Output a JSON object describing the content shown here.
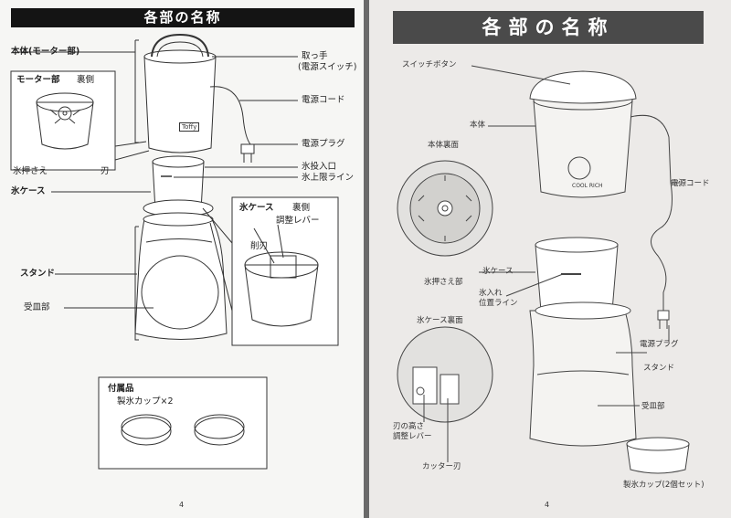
{
  "left": {
    "title": "各部の名称",
    "body_label": "本体(モーター部)",
    "motor_label": "モーター部",
    "motor_back": "裏側",
    "handle": "取っ手",
    "power_switch": "(電源スイッチ)",
    "cord": "電源コード",
    "plug": "電源プラグ",
    "ice_inlet": "氷投入口",
    "ice_limit": "氷上限ライン",
    "ice_presser": "氷押さえ",
    "blade": "刃",
    "ice_case": "氷ケース",
    "ice_case_back_title": "氷ケース",
    "ice_case_back_sub": "裏側",
    "lever": "調整レバー",
    "cutter": "削刃",
    "stand": "スタンド",
    "tray": "受皿部",
    "accessories": "付属品",
    "cups": "製氷カップ×2",
    "brand": "Toffy",
    "page_num": "4"
  },
  "right": {
    "title": "各部の名称",
    "switch_button": "スイッチボタン",
    "body": "本体",
    "body_back": "本体裏面",
    "cord": "電源コード",
    "ice_presser": "氷押さえ部",
    "ice_case": "氷ケース",
    "fill_line_1": "氷入れ",
    "fill_line_2": "位置ライン",
    "case_back": "氷ケース裏面",
    "plug": "電源プラグ",
    "stand": "スタンド",
    "tray": "受皿部",
    "blade_height_1": "刃の高さ",
    "blade_height_2": "調整レバー",
    "cutter_blade": "カッター刃",
    "cups": "製氷カップ(2個セット)",
    "brand": "COOL RICH",
    "page_num": "4"
  }
}
